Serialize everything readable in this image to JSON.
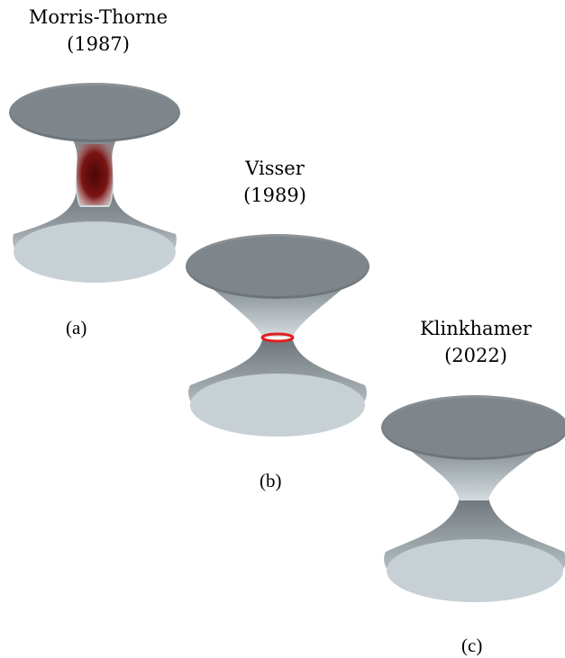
{
  "panels": [
    {
      "title": "Morris-Thorne",
      "year": "(1987)",
      "tag": "(a)",
      "throat_color": "#6e0d0d"
    },
    {
      "title": "Visser",
      "year": "(1989)",
      "tag": "(b)",
      "throat_color": "#e0211d"
    },
    {
      "title": "Klinkhamer",
      "year": "(2022)",
      "tag": "(c)",
      "throat_color": ""
    }
  ],
  "colors": {
    "surface_top": "#7d858a",
    "surface_bottom": "#c9d2d7"
  }
}
